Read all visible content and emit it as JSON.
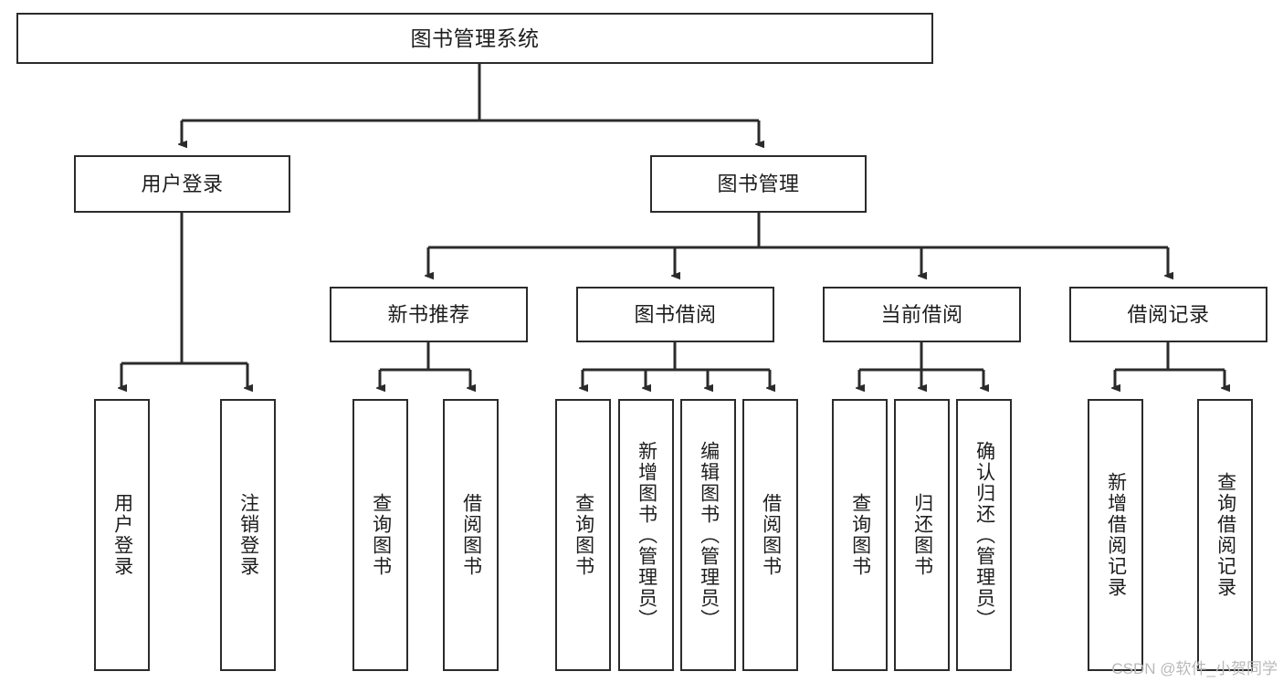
{
  "diagram": {
    "type": "tree",
    "title": "图书管理系统",
    "orientation": "top-down",
    "colors": {
      "box_border": "#2b2b2b",
      "box_fill": "#ffffff",
      "connector": "#2b2b2b",
      "text": "#1d1d1d",
      "watermark": "#b9b9b9",
      "background": "#ffffff"
    },
    "nodes": {
      "root": {
        "label": "图书管理系统",
        "level": 0,
        "orientation": "horizontal"
      },
      "user_login": {
        "label": "用户登录",
        "level": 1,
        "orientation": "horizontal"
      },
      "book_manage": {
        "label": "图书管理",
        "level": 1,
        "orientation": "horizontal"
      },
      "new_book_rec": {
        "label": "新书推荐",
        "level": 2,
        "orientation": "horizontal"
      },
      "book_borrow": {
        "label": "图书借阅",
        "level": 2,
        "orientation": "horizontal"
      },
      "current_borrow": {
        "label": "当前借阅",
        "level": 2,
        "orientation": "horizontal"
      },
      "borrow_record": {
        "label": "借阅记录",
        "level": 2,
        "orientation": "horizontal"
      },
      "leaf_user_login": {
        "label": "用户登录",
        "level": 2,
        "orientation": "vertical"
      },
      "leaf_logout": {
        "label": "注销登录",
        "level": 2,
        "orientation": "vertical"
      },
      "leaf_query_book_a": {
        "label": "查询图书",
        "level": 3,
        "orientation": "vertical"
      },
      "leaf_borrow_book_a": {
        "label": "借阅图书",
        "level": 3,
        "orientation": "vertical"
      },
      "leaf_query_book_b": {
        "label": "查询图书",
        "level": 3,
        "orientation": "vertical"
      },
      "leaf_add_book": {
        "label": "新增图书（管理员）",
        "level": 3,
        "orientation": "vertical"
      },
      "leaf_edit_book": {
        "label": "编辑图书（管理员）",
        "level": 3,
        "orientation": "vertical"
      },
      "leaf_borrow_book_b": {
        "label": "借阅图书",
        "level": 3,
        "orientation": "vertical"
      },
      "leaf_query_book_c": {
        "label": "查询图书",
        "level": 3,
        "orientation": "vertical"
      },
      "leaf_return_book": {
        "label": "归还图书",
        "level": 3,
        "orientation": "vertical"
      },
      "leaf_confirm_return": {
        "label": "确认归还（管理员）",
        "level": 3,
        "orientation": "vertical"
      },
      "leaf_add_record": {
        "label": "新增借阅记录",
        "level": 3,
        "orientation": "vertical"
      },
      "leaf_query_record": {
        "label": "查询借阅记录",
        "level": 3,
        "orientation": "vertical"
      }
    },
    "edges": [
      {
        "from": "root",
        "to": "user_login"
      },
      {
        "from": "root",
        "to": "book_manage"
      },
      {
        "from": "user_login",
        "to": "leaf_user_login"
      },
      {
        "from": "user_login",
        "to": "leaf_logout"
      },
      {
        "from": "book_manage",
        "to": "new_book_rec"
      },
      {
        "from": "book_manage",
        "to": "book_borrow"
      },
      {
        "from": "book_manage",
        "to": "current_borrow"
      },
      {
        "from": "book_manage",
        "to": "borrow_record"
      },
      {
        "from": "new_book_rec",
        "to": "leaf_query_book_a"
      },
      {
        "from": "new_book_rec",
        "to": "leaf_borrow_book_a"
      },
      {
        "from": "book_borrow",
        "to": "leaf_query_book_b"
      },
      {
        "from": "book_borrow",
        "to": "leaf_add_book"
      },
      {
        "from": "book_borrow",
        "to": "leaf_edit_book"
      },
      {
        "from": "book_borrow",
        "to": "leaf_borrow_book_b"
      },
      {
        "from": "current_borrow",
        "to": "leaf_query_book_c"
      },
      {
        "from": "current_borrow",
        "to": "leaf_return_book"
      },
      {
        "from": "current_borrow",
        "to": "leaf_confirm_return"
      },
      {
        "from": "borrow_record",
        "to": "leaf_add_record"
      },
      {
        "from": "borrow_record",
        "to": "leaf_query_record"
      }
    ]
  },
  "watermark": {
    "text": "CSDN @软件_小贺同学"
  }
}
